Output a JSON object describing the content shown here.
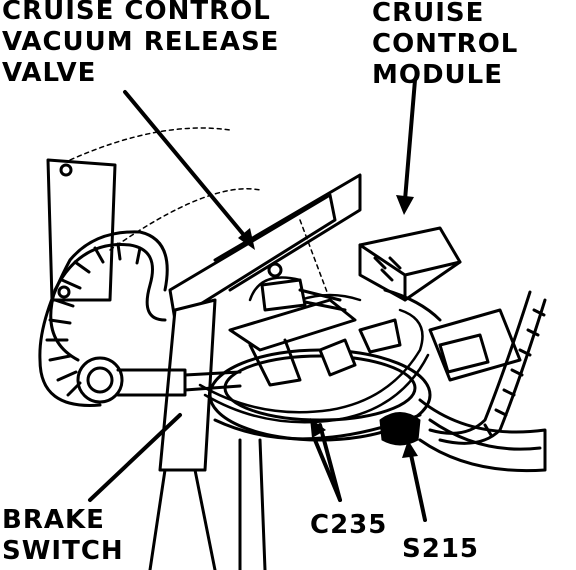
{
  "labels": {
    "valve": "CRUISE CONTROL\nVACUUM RELEASE\nVALVE",
    "module": "CRUISE\nCONTROL\nMODULE",
    "brake_switch": "BRAKE\nSWITCH",
    "c235": "C235",
    "s215": "S215"
  },
  "colors": {
    "ink": "#000000",
    "paper": "#ffffff"
  }
}
